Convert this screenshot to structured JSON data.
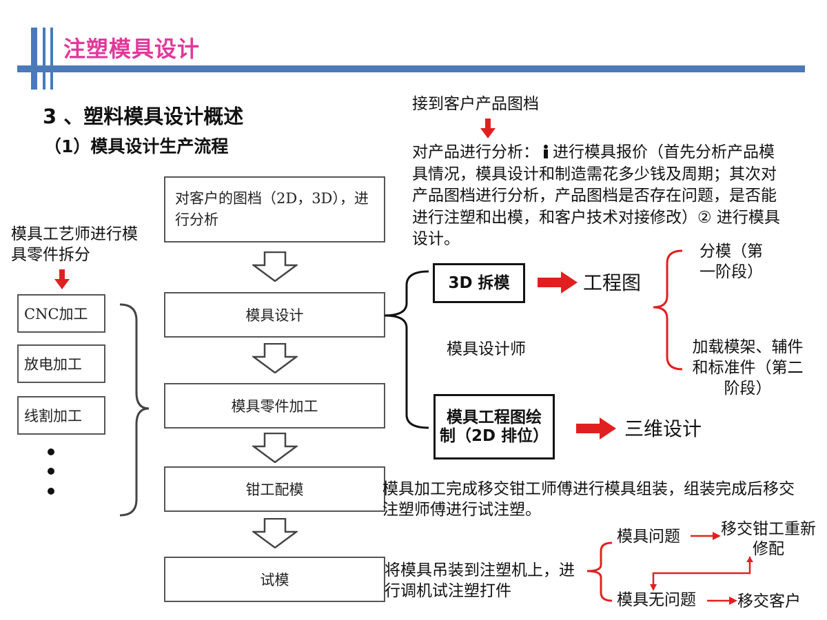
{
  "header": {
    "title": "注塑模具设计"
  },
  "section": {
    "heading": "3 、塑料模具设计概述",
    "subheading": "（1）模具设计生产流程"
  },
  "flow": {
    "steps": [
      "对客户的图档（2D，3D），进行分析",
      "模具设计",
      "模具零件加工",
      "钳工配模",
      "试模"
    ]
  },
  "left": {
    "note": "模具工艺师进行模具零件拆分",
    "boxes": [
      "CNC加工",
      "放电加工",
      "线割加工"
    ]
  },
  "right": {
    "receive": "接到客户产品图档",
    "analysis_prefix": "对产品进行分析：",
    "analysis_rest": "进行模具报价（首先分析产品模具情况，模具设计和制造需花多少钱及周期；其次对产品图档进行分析，产品图档是否存在问题，是否能进行注塑和出模，和客户技术对接修改）② 进行模具设计。",
    "box_3d": "3D 拆模",
    "engineering": "工程图",
    "designer": "模具设计师",
    "box_2d": "模具工程图绘制（2D 排位）",
    "three_d_design": "三维设计",
    "split_mold": "分模（第一阶段）",
    "load_frame": "加载模架、辅件和标准件（第二阶段）",
    "fitter_note": "模具加工完成移交钳工师傅进行模具组装，组装完成后移交注塑师傅进行试注塑。",
    "trial_note": "将模具吊装到注塑机上，进行调机试注塑打件",
    "problem": "模具问题",
    "refit": "移交钳工重新修配",
    "no_problem": "模具无问题",
    "deliver": "移交客户"
  },
  "colors": {
    "accent_bar": "#4a7ab8",
    "title": "#e0399b",
    "arrow_red": "#e02020"
  }
}
